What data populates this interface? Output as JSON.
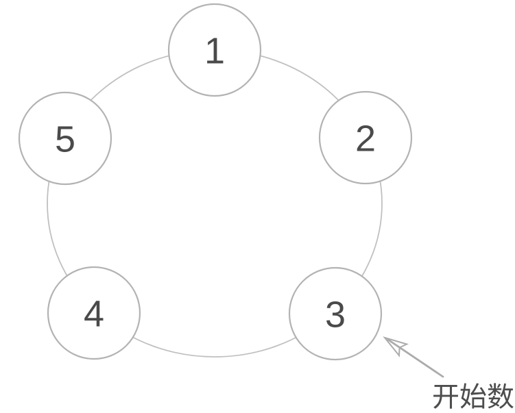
{
  "diagram": {
    "type": "circle-counting-diagram",
    "nodes": [
      {
        "id": "node-1",
        "label": "1"
      },
      {
        "id": "node-2",
        "label": "2"
      },
      {
        "id": "node-3",
        "label": "3"
      },
      {
        "id": "node-4",
        "label": "4"
      },
      {
        "id": "node-5",
        "label": "5"
      }
    ],
    "annotation": {
      "label": "开始数",
      "points_to_node": "3"
    }
  },
  "colors": {
    "background": "#ffffff",
    "ring_stroke": "#c0c0c0",
    "node_stroke": "#b3b3b3",
    "node_fill": "#ffffff",
    "number_text": "#4a4a4a",
    "arrow": "#ababab",
    "annotation_text": "#4d4d4d"
  }
}
